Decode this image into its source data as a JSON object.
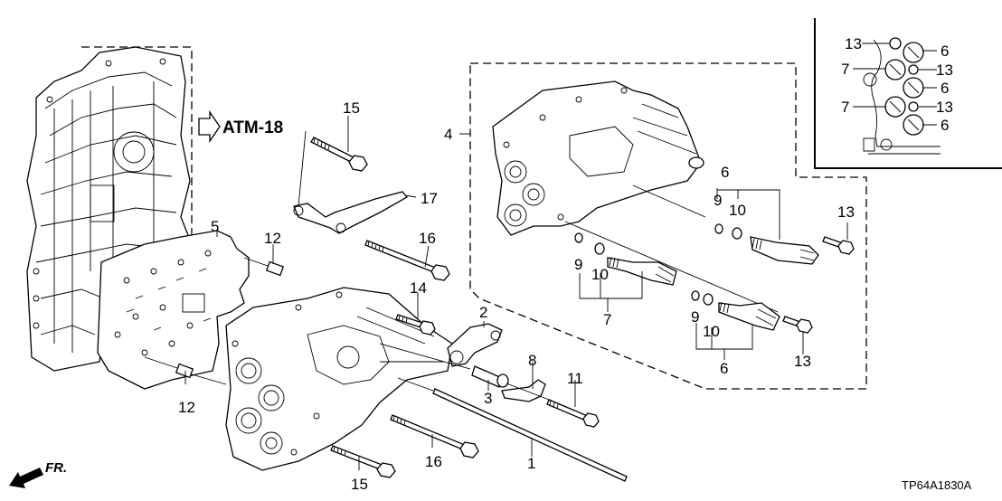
{
  "diagram": {
    "reference_label": "ATM-18",
    "front_label": "FR.",
    "part_code": "TP64A1830A",
    "callouts": {
      "c1": "1",
      "c2": "2",
      "c3": "3",
      "c4": "4",
      "c5": "5",
      "c6a": "6",
      "c6b": "6",
      "c7": "7",
      "c8": "8",
      "c9a": "9",
      "c9b": "9",
      "c9c": "9",
      "c10a": "10",
      "c10b": "10",
      "c10c": "10",
      "c11": "11",
      "c12a": "12",
      "c12b": "12",
      "c13a": "13",
      "c13b": "13",
      "c14": "14",
      "c15a": "15",
      "c15b": "15",
      "c16a": "16",
      "c16b": "16",
      "c17": "17"
    },
    "inset_callouts": {
      "i13a": "13",
      "i6a": "6",
      "i7a": "7",
      "i13b": "13",
      "i6b": "6",
      "i7b": "7",
      "i13c": "13",
      "i6c": "6"
    }
  }
}
